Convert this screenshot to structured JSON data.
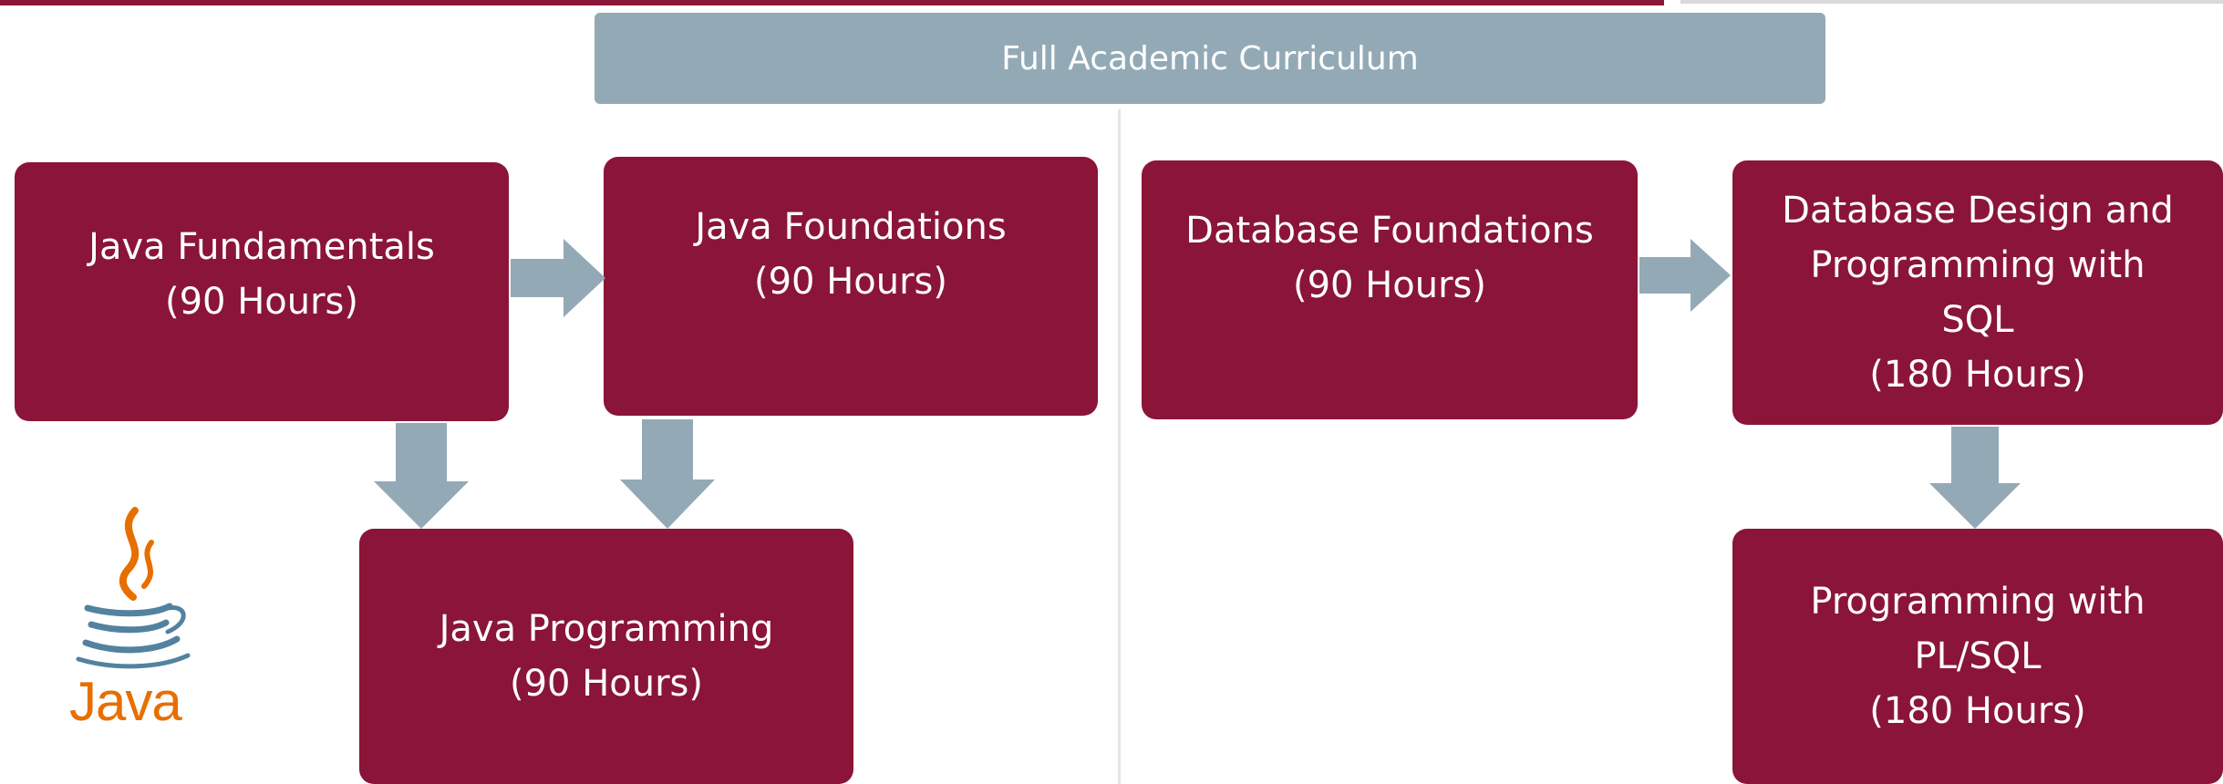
{
  "header": {
    "title": "Full Academic Curriculum"
  },
  "courses": {
    "java_fundamentals": {
      "title": "Java Fundamentals",
      "hours": "(90 Hours)"
    },
    "java_foundations": {
      "title": "Java Foundations",
      "hours": "(90 Hours)"
    },
    "java_programming": {
      "title": "Java Programming",
      "hours": "(90 Hours)"
    },
    "database_foundations": {
      "title": "Database Foundations",
      "hours": "(90 Hours)"
    },
    "database_design": {
      "title": "Database Design and\nProgramming with\nSQL",
      "hours": "(180 Hours)"
    },
    "programming_plsql": {
      "title": "Programming with\nPL/SQL",
      "hours": "(180 Hours)"
    }
  },
  "logo": {
    "text": "Java",
    "icon": "java-coffee-cup-icon"
  },
  "colors": {
    "box": "#8a1538",
    "header": "#93aab6",
    "arrow": "#93aab6",
    "logo": "#e76f00"
  }
}
